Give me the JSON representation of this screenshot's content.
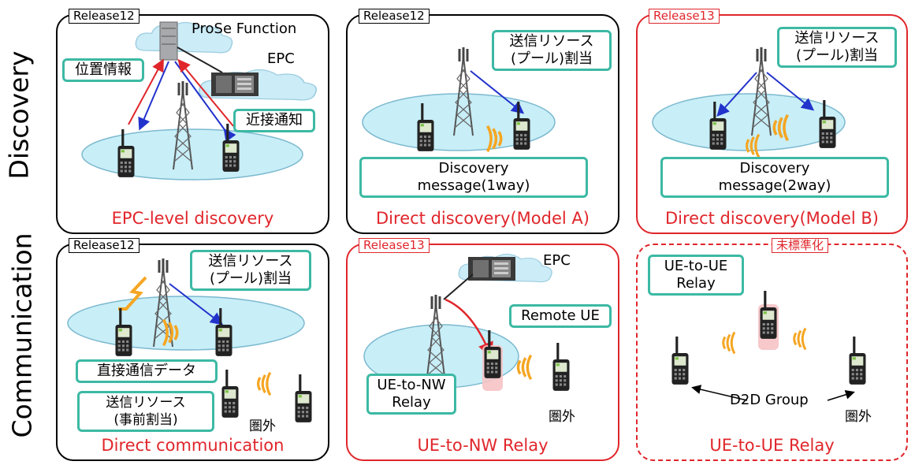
{
  "row_labels": {
    "top": "Discovery",
    "bottom": "Communication"
  },
  "panels": [
    {
      "tag": "Release12",
      "caption": "EPC-level discovery",
      "labels": {
        "prose": "ProSe Function",
        "epc": "EPC",
        "location": "位置情報",
        "proximity": "近接通知"
      }
    },
    {
      "tag": "Release12",
      "caption": "Direct discovery(Model A)",
      "labels": {
        "alloc": "送信リソース\n(プール)割当",
        "msg": "Discovery\nmessage(1way)"
      }
    },
    {
      "tag": "Release13",
      "caption": "Direct discovery(Model B)",
      "labels": {
        "alloc": "送信リソース\n(プール)割当",
        "msg": "Discovery\nmessage(2way)"
      }
    },
    {
      "tag": "Release12",
      "caption": "Direct communication",
      "labels": {
        "alloc": "送信リソース\n(プール)割当",
        "data": "直接通信データ",
        "prealloc": "送信リソース\n(事前割当)",
        "oos": "圏外"
      }
    },
    {
      "tag": "Release13",
      "caption": "UE-to-NW Relay",
      "labels": {
        "epc": "EPC",
        "remote": "Remote UE",
        "relay": "UE-to-NW\nRelay",
        "oos": "圏外"
      }
    },
    {
      "tag": "未標準化",
      "caption": "UE-to-UE Relay",
      "labels": {
        "relay": "UE-to-UE\nRelay",
        "group": "D2D Group",
        "oos": "圏外"
      }
    }
  ],
  "colors": {
    "red": "#e0262b",
    "teal": "#3cb9a4",
    "cell": "#c8eef7",
    "blue": "#2233cc",
    "wave": "#f5a623"
  }
}
